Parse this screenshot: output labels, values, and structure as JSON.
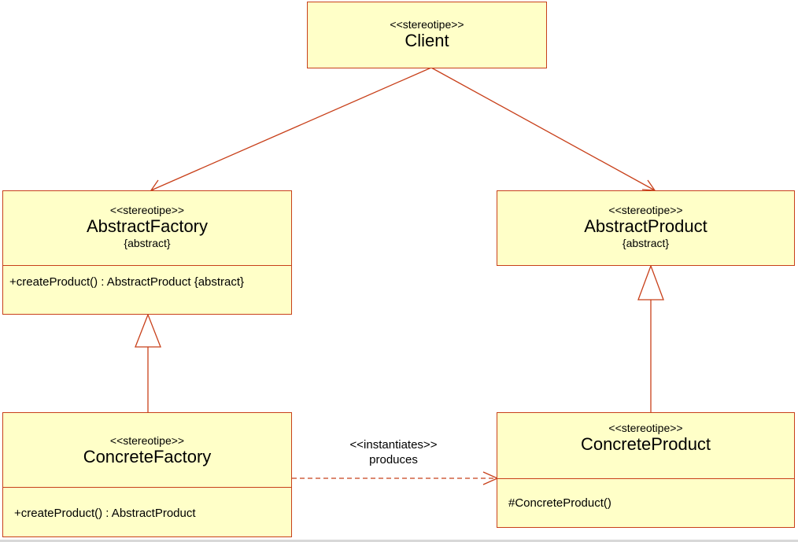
{
  "classes": {
    "client": {
      "stereotype": "<<stereotipe>>",
      "name": "Client"
    },
    "abstract_factory": {
      "stereotype": "<<stereotipe>>",
      "name": "AbstractFactory",
      "property": "{abstract}",
      "operations": [
        "+createProduct() :  AbstractProduct {abstract}"
      ]
    },
    "abstract_product": {
      "stereotype": "<<stereotipe>>",
      "name": "AbstractProduct",
      "property": "{abstract}"
    },
    "concrete_factory": {
      "stereotype": "<<stereotipe>>",
      "name": "ConcreteFactory",
      "operations": [
        "+createProduct() :  AbstractProduct"
      ]
    },
    "concrete_product": {
      "stereotype": "<<stereotipe>>",
      "name": "ConcreteProduct",
      "operations": [
        "#ConcreteProduct()"
      ]
    }
  },
  "relations": {
    "instantiates": {
      "stereotype": "<<instantiates>>",
      "label": "produces"
    }
  },
  "colors": {
    "line": "#c8401a",
    "fill": "#ffffc8"
  }
}
